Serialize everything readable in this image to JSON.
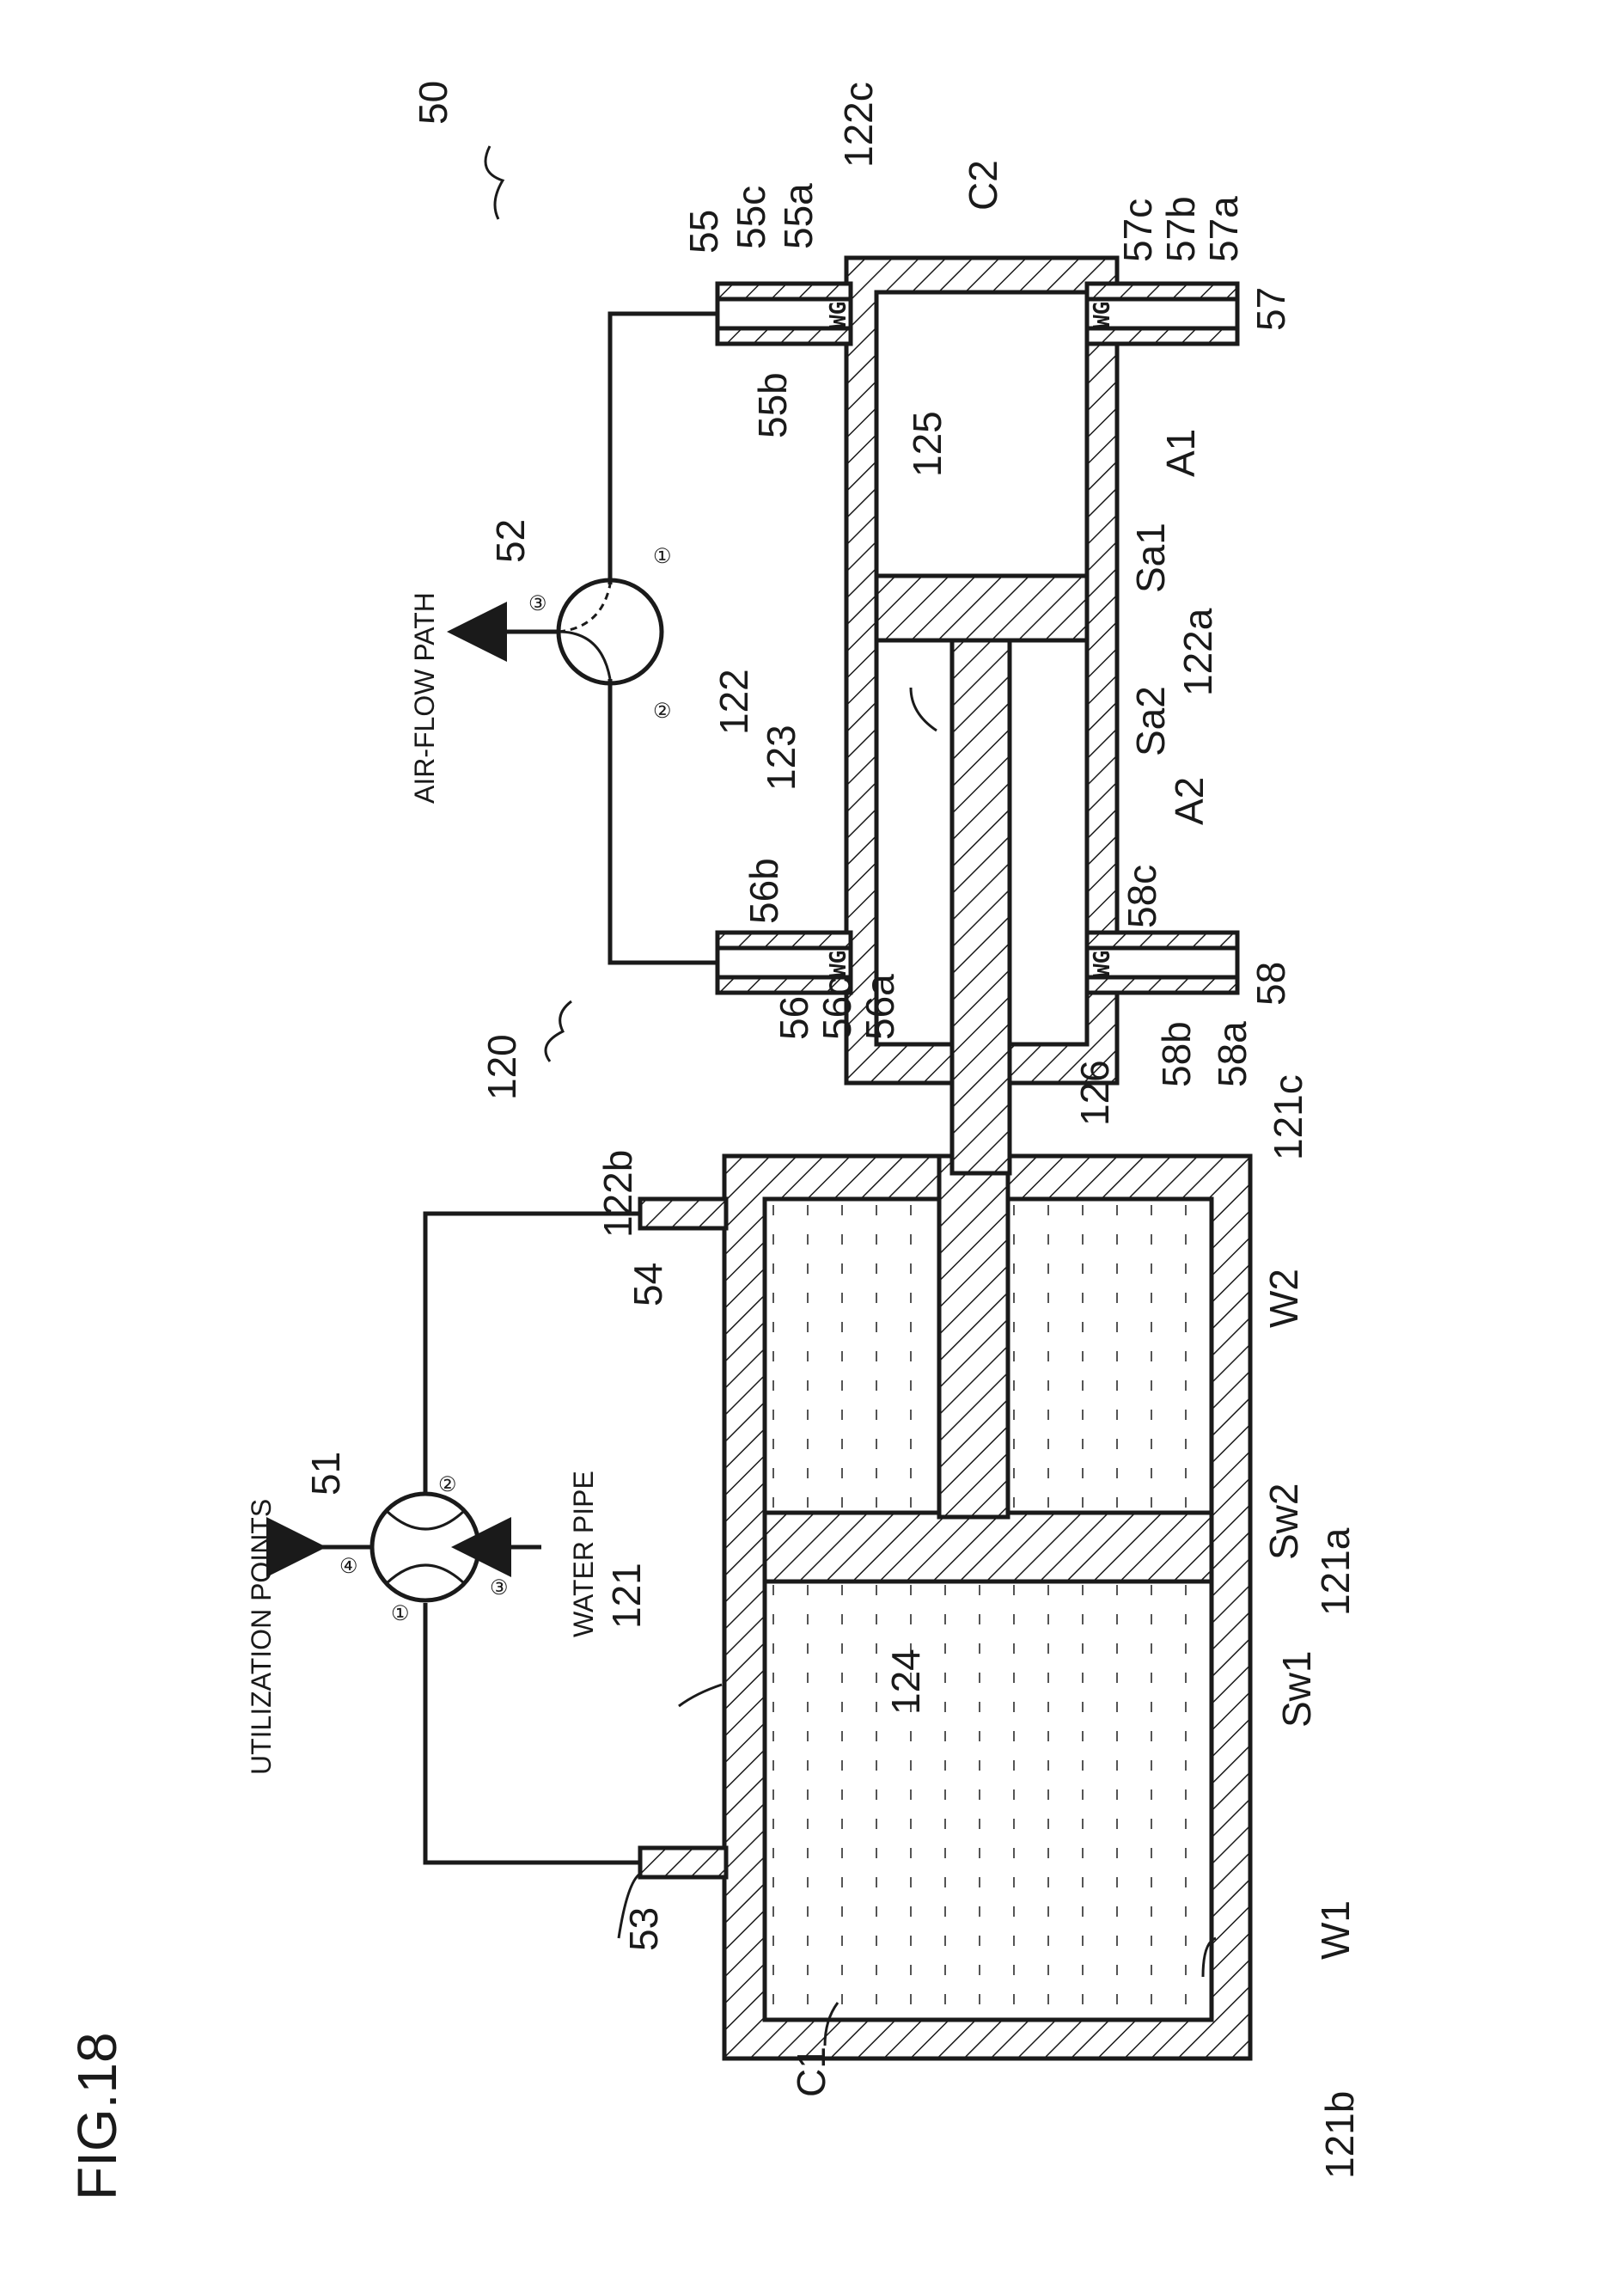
{
  "figure": {
    "title": "FIG.18",
    "system_ref": "50",
    "cylinder_ref": "120"
  },
  "annotations": {
    "utilization": "UTILIZATION POINTS",
    "water_pipe": "WATER PIPE",
    "air_flow": "AIR-FLOW PATH"
  },
  "valves": {
    "water_valve": {
      "ref": "51",
      "ports": [
        "①",
        "②",
        "③",
        "④"
      ]
    },
    "air_valve": {
      "ref": "52",
      "ports": [
        "①",
        "②",
        "③"
      ]
    }
  },
  "spring_glyph": "WG",
  "labels": {
    "r53": "53",
    "r54": "54",
    "r55": "55",
    "r55a": "55a",
    "r55b": "55b",
    "r55c": "55c",
    "r56": "56",
    "r56a": "56a",
    "r56b": "56b",
    "r56c": "56c",
    "r57": "57",
    "r57a": "57a",
    "r57b": "57b",
    "r57c": "57c",
    "r58": "58",
    "r58a": "58a",
    "r58b": "58b",
    "r58c": "58c",
    "r121": "121",
    "r121a": "121a",
    "r121b": "121b",
    "r121c": "121c",
    "r122": "122",
    "r122a": "122a",
    "r122b": "122b",
    "r122c": "122c",
    "r123": "123",
    "r124": "124",
    "r125": "125",
    "r126": "126",
    "C1": "C1",
    "C2": "C2",
    "W1": "W1",
    "W2": "W2",
    "A1": "A1",
    "A2": "A2",
    "Sw1": "Sw1",
    "Sw2": "Sw2",
    "Sa1": "Sa1",
    "Sa2": "Sa2"
  }
}
